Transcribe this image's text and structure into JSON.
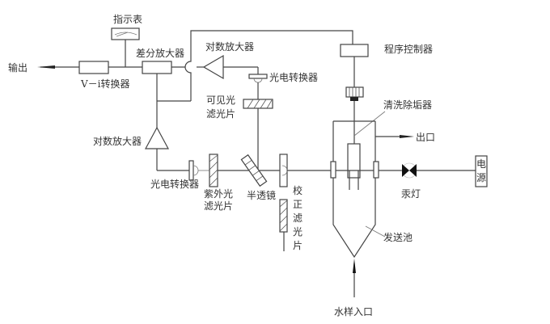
{
  "labels": {
    "output": "输出",
    "indicator": "指示表",
    "vi_converter": "V－i转换器",
    "diff_amp": "差分放大器",
    "log_amp_top": "对数放大器",
    "photo_top": "光电转换器",
    "visible_filter_1": "可见光",
    "visible_filter_2": "滤光片",
    "program_ctrl": "程序控制器",
    "cleaner": "清洗除垢器",
    "outlet": "出口",
    "log_amp_left": "对数放大器",
    "photo_left": "光电转换器",
    "uv_filter_1": "紫外光",
    "uv_filter_2": "滤光片",
    "half_mirror": "半透镜",
    "calib_1": "校",
    "calib_2": "正",
    "calib_3": "滤",
    "calib_4": "光",
    "calib_5": "片",
    "lamp": "汞灯",
    "power_1": "电",
    "power_2": "源",
    "cell": "发送池",
    "inlet": "水样入口"
  }
}
